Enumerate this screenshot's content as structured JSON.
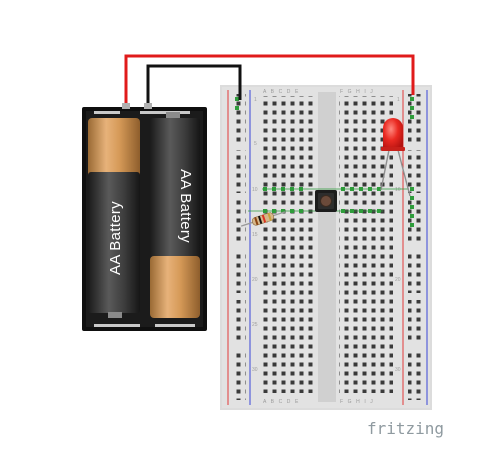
{
  "battery_pack": {
    "cells": [
      {
        "label": "AA Battery"
      },
      {
        "label": "AA Battery"
      }
    ]
  },
  "breadboard": {
    "column_letters": [
      "A B C D E",
      "F G H I J"
    ],
    "row_numbers": [
      "1",
      "5",
      "10",
      "15",
      "20",
      "25",
      "30"
    ]
  },
  "logo": {
    "text": "fritzing"
  },
  "colors": {
    "red_wire": "#e01b1b",
    "black_wire": "#111111",
    "led": "#e8231f",
    "rail_red": "#e23a3a",
    "rail_blue": "#3a45d8",
    "connected_holes": "#2e9c3b"
  }
}
